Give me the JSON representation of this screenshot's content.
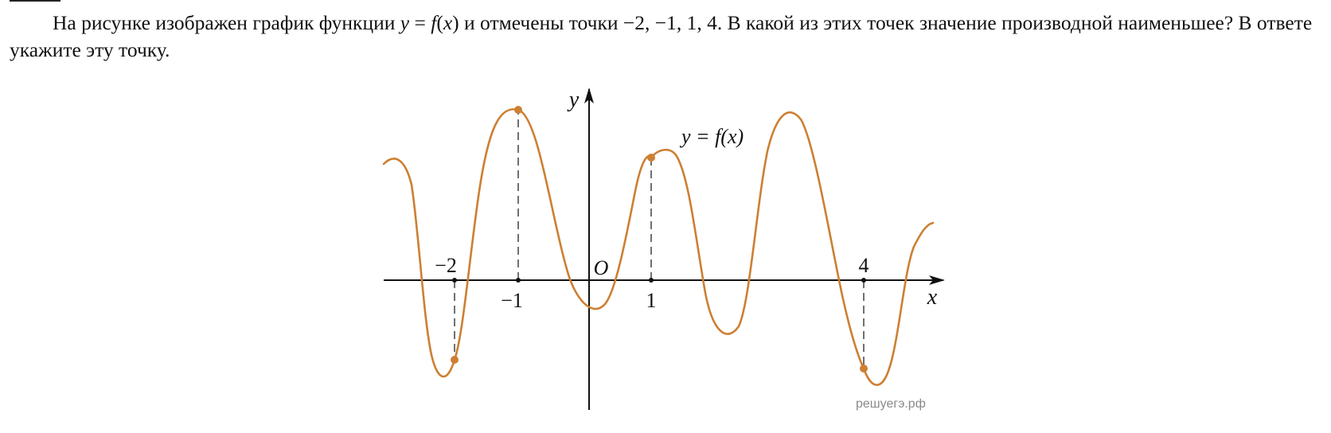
{
  "problem": {
    "text_before": "На рисунке изображен график функции ",
    "math_y": "y",
    "math_eq": " = ",
    "math_f": "f",
    "math_lp": "(",
    "math_x": "x",
    "math_rp": ")",
    "text_after": " и отмечены точки −2, −1, 1, 4. В какой из этих точек значение производной наименьшее? В ответе укажите эту точку."
  },
  "figure": {
    "axis_x_label": "x",
    "axis_y_label": "y",
    "origin_label": "O",
    "curve_label": "y = f(x)",
    "watermark": "решуегэ.рф",
    "marked_points": [
      {
        "x": -2,
        "label": "−2"
      },
      {
        "x": -1,
        "label": "−1"
      },
      {
        "x": 1,
        "label": "1"
      },
      {
        "x": 4,
        "label": "4"
      }
    ],
    "colors": {
      "curve": "#cd7f32",
      "axis": "#111111",
      "dashes": "#333333",
      "point": "#cd7f32"
    }
  }
}
